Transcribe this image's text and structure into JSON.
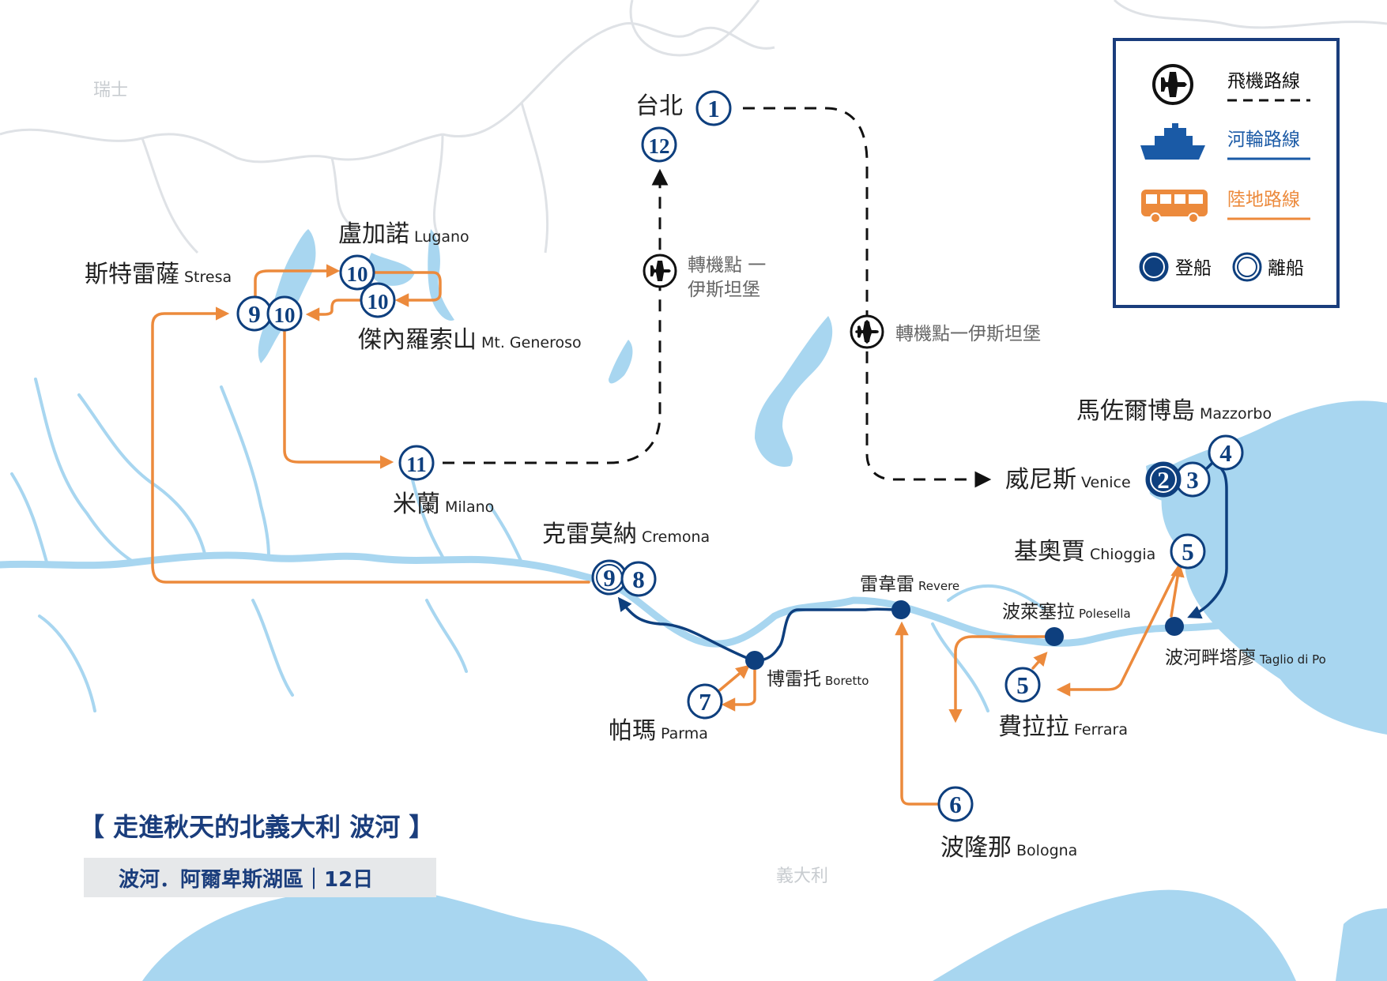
{
  "colors": {
    "navy": "#0e3f7e",
    "orange": "#ec8a3c",
    "water": "#a8d6f0",
    "land_lines": "#dfe2e6",
    "black": "#111111",
    "label_gray": "#666666"
  },
  "regions": {
    "switzerland": "瑞士",
    "italy": "義大利"
  },
  "legend": {
    "flight": "飛機路線",
    "river": "河輪路線",
    "land": "陸地路線",
    "board": "登船",
    "disembark": "離船",
    "icons": [
      "airplane-icon",
      "ship-icon",
      "bus-icon"
    ]
  },
  "title": {
    "main": "【 走進秋天的北義大利 波河 】",
    "sub": "波河．阿爾卑斯湖區｜12日"
  },
  "transfers": {
    "inbound": "轉機點一伊斯坦堡",
    "outbound_line1": "轉機點 一",
    "outbound_line2": "伊斯坦堡"
  },
  "places": {
    "taipei": {
      "zh": "台北"
    },
    "stresa": {
      "zh": "斯特雷薩",
      "en": "Stresa"
    },
    "lugano": {
      "zh": "盧加諾",
      "en": "Lugano"
    },
    "generoso": {
      "zh": "傑內羅索山",
      "en": "Mt. Generoso"
    },
    "milano": {
      "zh": "米蘭",
      "en": "Milano"
    },
    "cremona": {
      "zh": "克雷莫納",
      "en": "Cremona"
    },
    "revere": {
      "zh": "雷韋雷",
      "en": "Revere"
    },
    "polesella": {
      "zh": "波萊塞拉",
      "en": "Polesella"
    },
    "boretto": {
      "zh": "博雷托",
      "en": "Boretto"
    },
    "parma": {
      "zh": "帕瑪",
      "en": "Parma"
    },
    "mazzorbo": {
      "zh": "馬佐爾博島",
      "en": "Mazzorbo"
    },
    "venice": {
      "zh": "威尼斯",
      "en": "Venice"
    },
    "chioggia": {
      "zh": "基奧賈",
      "en": "Chioggia"
    },
    "taglio": {
      "zh": "波河畔塔廖",
      "en": "Taglio di Po"
    },
    "ferrara": {
      "zh": "費拉拉",
      "en": "Ferrara"
    },
    "bologna": {
      "zh": "波隆那",
      "en": "Bologna"
    }
  },
  "days": {
    "taipei_start": "1",
    "taipei_end": "12",
    "stresa_9": "9",
    "stresa_10": "10",
    "lugano": "10",
    "generoso": "10",
    "milano": "11",
    "cremona_9": "9",
    "cremona_8": "8",
    "venice_2": "2",
    "venice_3": "3",
    "mazzorbo": "4",
    "chioggia": "5",
    "ferrara": "5",
    "bologna": "6",
    "parma": "7"
  }
}
